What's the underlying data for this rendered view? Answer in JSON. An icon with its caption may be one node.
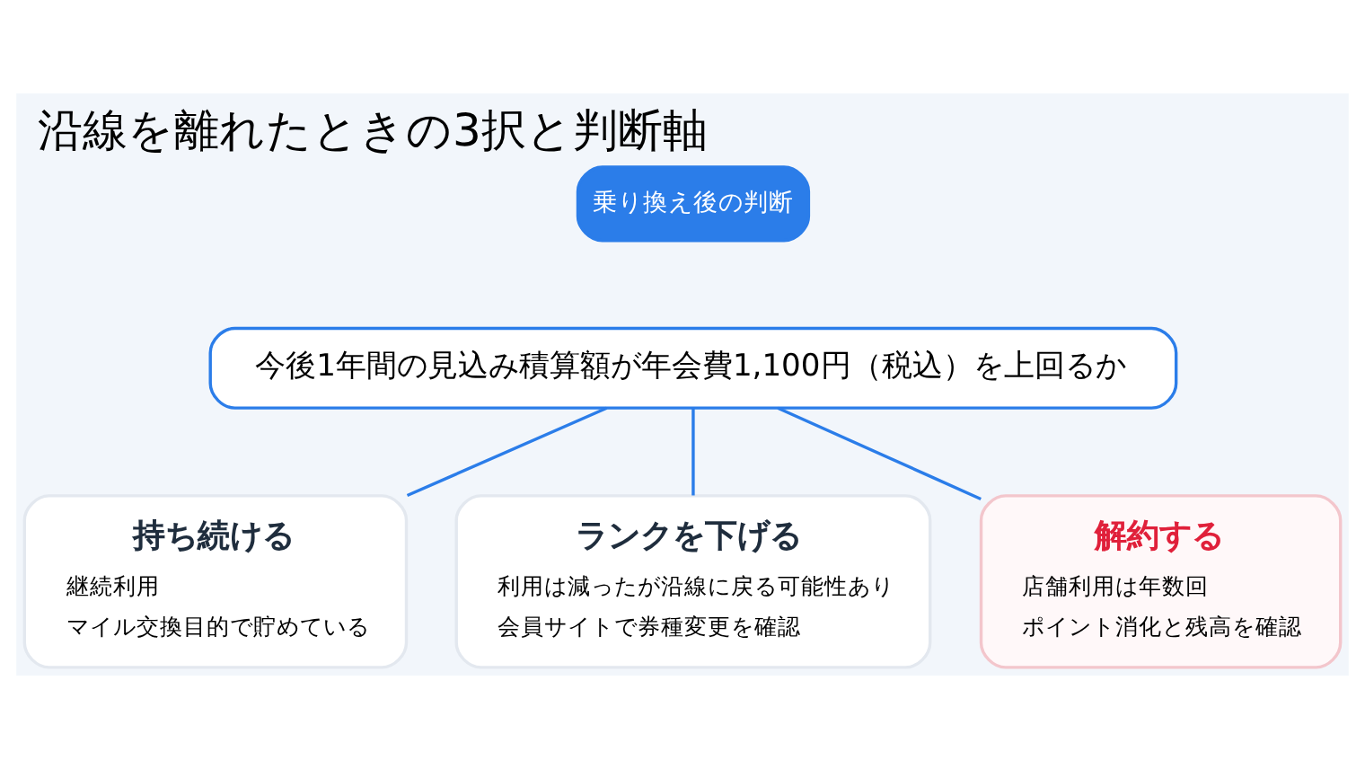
{
  "diagram": {
    "title": "沿線を離れたときの3択と判断軸",
    "nodes": [
      {
        "text": [
          "今後1年間の見込み積算額が年会費1,100円（税込）を上回るか"
        ]
      },
      {
        "text": [
          "持ち続ける",
          "継続利用",
          "マイル交換目的で貯めている"
        ]
      },
      {
        "text": [
          "ランクを下げる",
          "利用は減ったが沿線に戻る可能性あり",
          "会員サイトで券種変更を確認"
        ]
      },
      {
        "text": [
          "解約する",
          "店舗利用は年数回",
          "ポイント消化と残高を確認"
        ]
      }
    ],
    "edges": [
      {
        "from": 0,
        "to": 1,
        "arrow": "none"
      },
      {
        "from": 0,
        "to": 2,
        "arrow": "none"
      },
      {
        "from": 0,
        "to": 3,
        "arrow": "none"
      }
    ],
    "labels": [
      "乗り換え後の判断"
    ]
  }
}
